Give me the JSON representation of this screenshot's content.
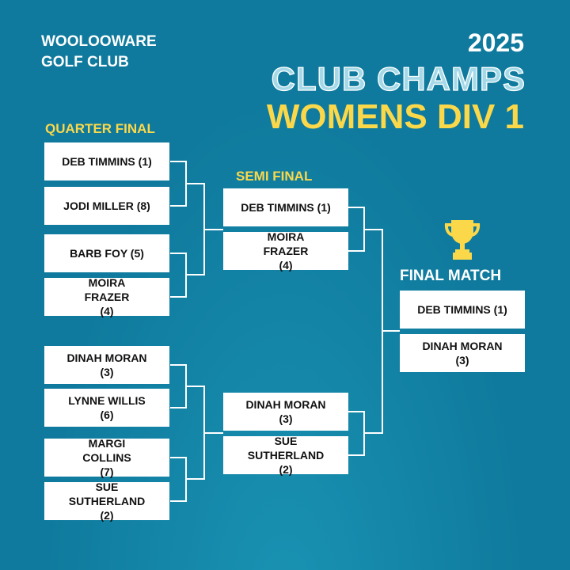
{
  "club": {
    "line1": "WOOLOOWARE",
    "line2": "GOLF CLUB"
  },
  "title": {
    "year": "2025",
    "event": "CLUB CHAMPS",
    "division": "WOMENS DIV 1"
  },
  "rounds": {
    "quarter": "QUARTER FINAL",
    "semi": "SEMI FINAL",
    "final": "FINAL MATCH"
  },
  "quarter_final": [
    "DEB TIMMINS (1)",
    "JODI MILLER (8)",
    "BARB FOY (5)",
    "MOIRA FRAZER (4)",
    "DINAH MORAN (3)",
    "LYNNE WILLIS (6)",
    "MARGI COLLINS (7)",
    "SUE SUTHERLAND (2)"
  ],
  "semi_final": [
    "DEB TIMMINS (1)",
    "MOIRA FRAZER (4)",
    "DINAH MORAN (3)",
    "SUE SUTHERLAND (2)"
  ],
  "final": [
    "DEB TIMMINS (1)",
    "DINAH MORAN (3)"
  ],
  "icons": {
    "trophy": "trophy-icon"
  },
  "colors": {
    "background": "#0f7a9d",
    "accent": "#fbd84a",
    "box": "#ffffff"
  }
}
